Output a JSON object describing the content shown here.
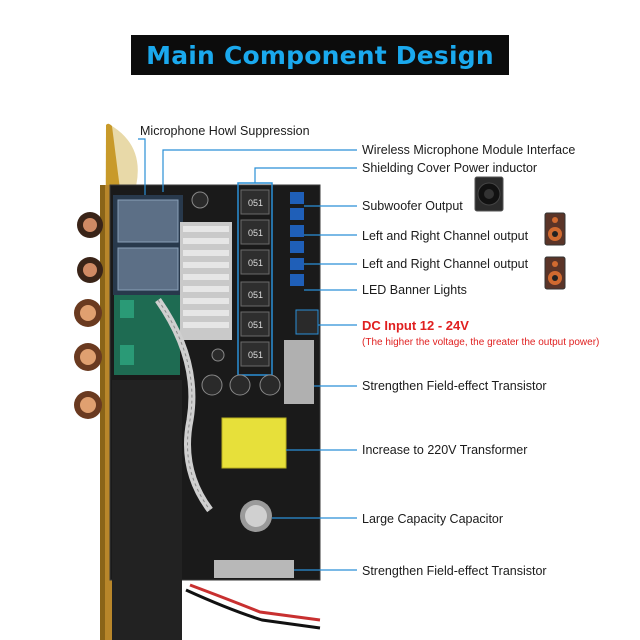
{
  "title": "Main Component Design",
  "colors": {
    "title_text": "#1aa9ee",
    "title_bg": "#0c0c0c",
    "leader_line": "#2a8fd6",
    "highlight": "#e02020",
    "board_gold": "#c89a2a"
  },
  "labels": {
    "howl": "Microphone Howl Suppression",
    "wireless": "Wireless Microphone Module Interface",
    "inductor": "Shielding Cover Power inductor",
    "subwoofer": "Subwoofer Output",
    "lr1": "Left and Right Channel output",
    "lr2": "Left and Right Channel output",
    "led": "LED Banner Lights",
    "dc": "DC Input 12 - 24V",
    "dc_note": "(The higher the voltage, the greater the output power)",
    "fet1": "Strengthen Field-effect Transistor",
    "transformer": "Increase to 220V Transformer",
    "capacitor": "Large Capacity Capacitor",
    "fet2": "Strengthen Field-effect Transistor"
  },
  "icons": {
    "subwoofer": "subwoofer-speaker-icon",
    "speaker1": "bookshelf-speaker-icon",
    "speaker2": "bookshelf-speaker-icon"
  },
  "inductor_marking": "051"
}
